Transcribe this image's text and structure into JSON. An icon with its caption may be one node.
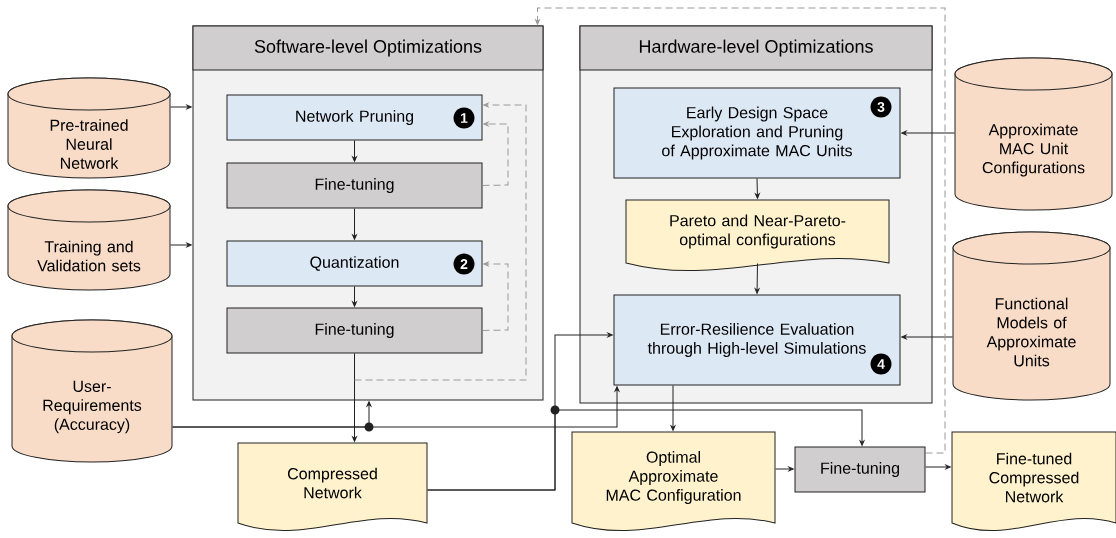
{
  "diagram": {
    "nodes": [
      {
        "text": [
          "Software-level Optimizations"
        ]
      },
      {
        "text": [
          "Network Pruning",
          "1"
        ],
        "in": 0
      },
      {
        "text": [
          "Fine-tuning"
        ],
        "in": 0
      },
      {
        "text": [
          "Quantization",
          "2"
        ],
        "in": 0
      },
      {
        "text": [
          "Fine-tuning"
        ],
        "in": 0
      },
      {
        "text": [
          "Hardware-level Optimizations"
        ]
      },
      {
        "text": [
          "Early Design Space Exploration and Pruning of Approximate MAC Units",
          "3"
        ],
        "in": 5
      },
      {
        "text": [
          "Pareto and Near-Pareto-optimal configurations"
        ],
        "in": 5
      },
      {
        "text": [
          "Error-Resilience Evaluation through High-level Simulations",
          "4"
        ],
        "in": 5
      },
      {
        "text": [
          "Pre-trained Neural Network"
        ]
      },
      {
        "text": [
          "Training and Validation sets"
        ]
      },
      {
        "text": [
          "User-Requirements (Accuracy)"
        ]
      },
      {
        "text": [
          "Approximate MAC Unit Configurations"
        ]
      },
      {
        "text": [
          "Functional Models of Approximate Units"
        ]
      },
      {
        "text": [
          "Compressed Network"
        ]
      },
      {
        "text": [
          "Optimal Approximate MAC Configuration"
        ]
      },
      {
        "text": [
          "Fine-tuning"
        ]
      },
      {
        "text": [
          "Fine-tuned Compressed Network"
        ]
      }
    ],
    "edges": [
      {
        "from": 9,
        "to": 0,
        "arrow": "to"
      },
      {
        "from": 10,
        "to": 0,
        "arrow": "to"
      },
      {
        "from": 11,
        "to": 0,
        "arrow": "to"
      },
      {
        "from": 11,
        "to": 8,
        "arrow": "to"
      },
      {
        "from": 1,
        "to": 2,
        "arrow": "to"
      },
      {
        "from": 2,
        "to": 3,
        "arrow": "to"
      },
      {
        "from": 3,
        "to": 4,
        "arrow": "to"
      },
      {
        "from": 4,
        "to": 14,
        "arrow": "to"
      },
      {
        "from": 2,
        "to": 1,
        "arrow": "to",
        "style": "dashed",
        "color": "#999999"
      },
      {
        "from": 4,
        "to": 3,
        "arrow": "to",
        "style": "dashed",
        "color": "#999999"
      },
      {
        "from": 4,
        "to": 1,
        "arrow": "to",
        "style": "dashed",
        "color": "#999999"
      },
      {
        "from": 12,
        "to": 6,
        "arrow": "to"
      },
      {
        "from": 6,
        "to": 7,
        "arrow": "to"
      },
      {
        "from": 7,
        "to": 8,
        "arrow": "to"
      },
      {
        "from": 13,
        "to": 8,
        "arrow": "to"
      },
      {
        "from": 14,
        "to": 8,
        "arrow": "to"
      },
      {
        "from": 14,
        "to": 16,
        "arrow": "to"
      },
      {
        "from": 8,
        "to": 15,
        "arrow": "to"
      },
      {
        "from": 15,
        "to": 16,
        "arrow": "to"
      },
      {
        "from": 16,
        "to": 17,
        "arrow": "to"
      },
      {
        "from": 16,
        "to": 0,
        "arrow": "to",
        "style": "dashed",
        "color": "#999999"
      }
    ]
  }
}
